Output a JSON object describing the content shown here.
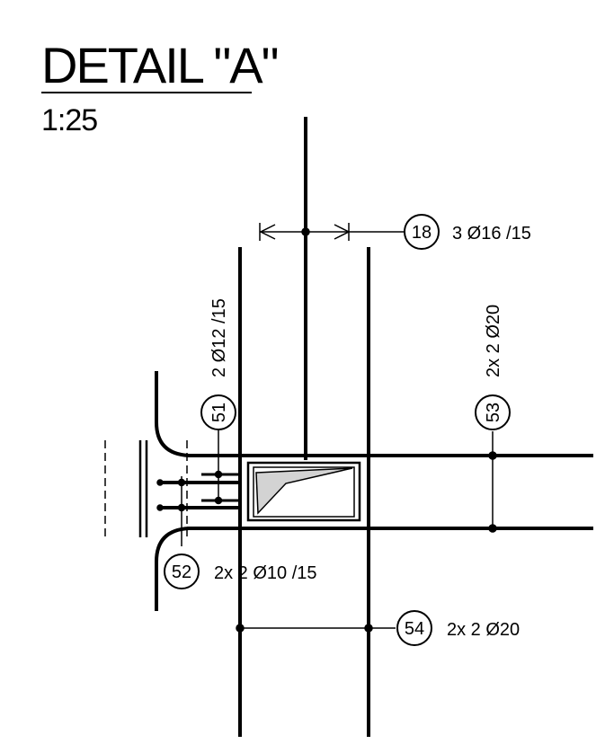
{
  "title": "DETAIL \"A\"",
  "scale": "1:25",
  "callouts": [
    {
      "id": "18",
      "text": "3 Ø16 /15"
    },
    {
      "id": "51",
      "text": "2 Ø12 /15"
    },
    {
      "id": "53",
      "text": "2x 2 Ø20"
    },
    {
      "id": "52",
      "text": "2x  2 Ø10 /15"
    },
    {
      "id": "54",
      "text": "2x  2 Ø20"
    }
  ]
}
